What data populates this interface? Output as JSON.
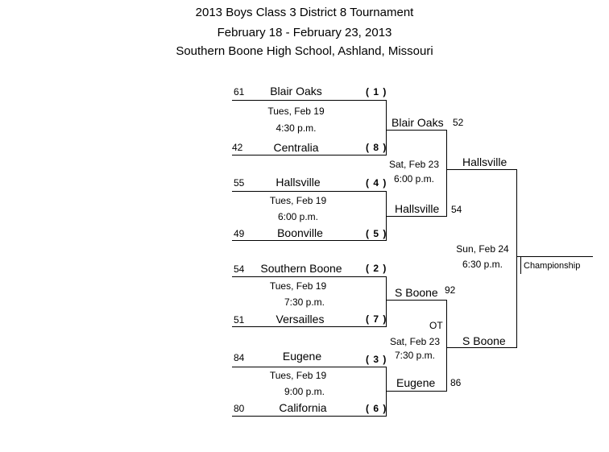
{
  "header": {
    "line1": "2013 Boys Class 3  District 8  Tournament",
    "line2": "February 18 - February 23, 2013",
    "line3": "Southern Boone High School, Ashland, Missouri"
  },
  "round1": [
    {
      "top": {
        "score": "61",
        "team": "Blair Oaks",
        "seed": "( 1 )"
      },
      "bottom": {
        "score": "42",
        "team": "Centralia",
        "seed": "( 8 )"
      },
      "day": "Tues, Feb 19",
      "time": "4:30 p.m."
    },
    {
      "top": {
        "score": "55",
        "team": "Hallsville",
        "seed": "( 4 )"
      },
      "bottom": {
        "score": "49",
        "team": "Boonville",
        "seed": "( 5 )"
      },
      "day": "Tues, Feb 19",
      "time": "6:00 p.m."
    },
    {
      "top": {
        "score": "54",
        "team": "Southern Boone",
        "seed": "( 2 )"
      },
      "bottom": {
        "score": "51",
        "team": "Versailles",
        "seed": "( 7 )"
      },
      "day": "Tues, Feb 19",
      "time": "7:30 p.m."
    },
    {
      "top": {
        "score": "84",
        "team": "Eugene",
        "seed": "( 3 )"
      },
      "bottom": {
        "score": "80",
        "team": "California",
        "seed": "( 6 )"
      },
      "day": "Tues, Feb 19",
      "time": "9:00 p.m."
    }
  ],
  "semis": [
    {
      "top": {
        "team": "Blair Oaks",
        "score": "52"
      },
      "bottom": {
        "team": "Hallsville",
        "score": "54"
      },
      "day": "Sat, Feb 23",
      "time": "6:00 p.m.",
      "note": ""
    },
    {
      "top": {
        "team": "S Boone",
        "score": "92"
      },
      "bottom": {
        "team": "Eugene",
        "score": "86"
      },
      "day": "Sat, Feb 23",
      "time": "7:30 p.m.",
      "note": "OT"
    }
  ],
  "final": {
    "top": {
      "team": "Hallsville"
    },
    "bottom": {
      "team": "S Boone"
    },
    "day": "Sun, Feb 24",
    "time": "6:30 p.m.",
    "label": "Championship"
  }
}
